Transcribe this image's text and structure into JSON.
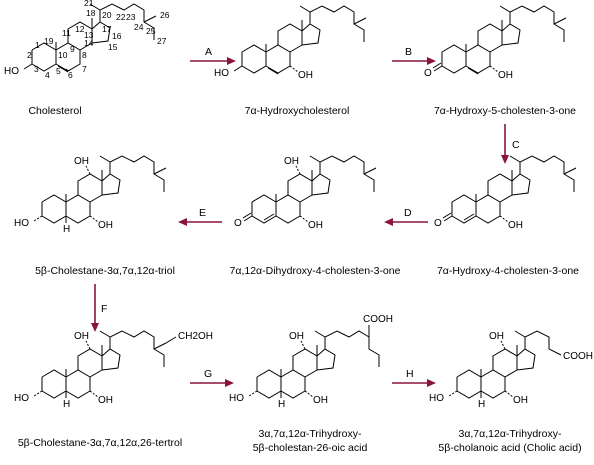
{
  "arrow_color": "#8a1538",
  "compounds": [
    {
      "id": "cholesterol",
      "name": "Cholesterol"
    },
    {
      "id": "c2",
      "name": "7α-Hydroxycholesterol"
    },
    {
      "id": "c3",
      "name": "7α-Hydroxy-5-cholesten-3-one"
    },
    {
      "id": "c4",
      "name": "7α-Hydroxy-4-cholesten-3-one"
    },
    {
      "id": "c5",
      "name": "7α,12α-Dihydroxy-4-cholesten-3-one"
    },
    {
      "id": "c6",
      "name": "5β-Cholestane-3α,7α,12α-triol"
    },
    {
      "id": "c7",
      "name": "5β-Cholestane-3α,7α,12α,26-tertrol"
    },
    {
      "id": "c8",
      "name_line1": "3α,7α,12α-Trihydroxy-",
      "name_line2": "5β-cholestan-26-oic acid"
    },
    {
      "id": "c9",
      "name_line1": "3α,7α,12α-Trihydroxy-",
      "name_line2": "5β-cholanoic acid (Cholic acid)"
    }
  ],
  "steps": [
    "A",
    "B",
    "C",
    "D",
    "E",
    "F",
    "G",
    "H"
  ],
  "atom_labels": {
    "ho": "HO",
    "oh": "OH",
    "o": "O",
    "h": "H",
    "ch2oh": "CH2OH",
    "cooh": "COOH"
  },
  "carbon_numbers": [
    "1",
    "2",
    "3",
    "4",
    "5",
    "6",
    "7",
    "8",
    "9",
    "10",
    "11",
    "12",
    "13",
    "14",
    "15",
    "16",
    "17",
    "18",
    "19",
    "20",
    "21",
    "22",
    "23",
    "24",
    "25",
    "26",
    "27"
  ]
}
